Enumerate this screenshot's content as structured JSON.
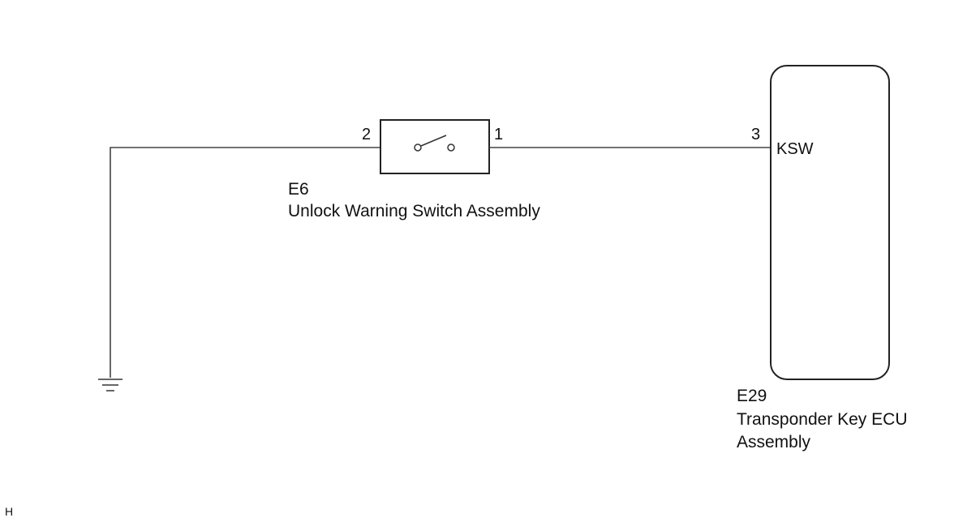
{
  "switch_component": {
    "code": "E6",
    "name": "Unlock Warning Switch Assembly",
    "pin_left": "2",
    "pin_right": "1"
  },
  "ecu_component": {
    "code": "E29",
    "name_line1": "Transponder Key ECU",
    "name_line2": "Assembly",
    "pin": "3",
    "terminal": "KSW"
  },
  "corner_mark": "H",
  "icons": {
    "ground": "ground-symbol-icon",
    "switch": "open-switch-icon"
  },
  "colors": {
    "line": "#444444",
    "text": "#111111",
    "background": "#ffffff"
  }
}
